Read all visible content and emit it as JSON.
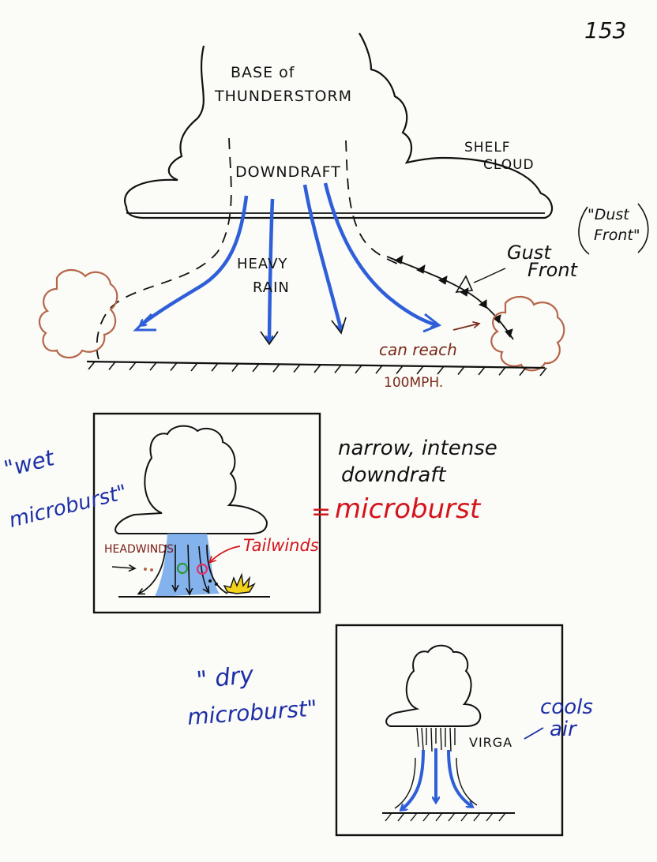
{
  "page": {
    "number": "153"
  },
  "main_diagram": {
    "base_label_line1": "BASE of",
    "base_label_line2": "THUNDERSTORM",
    "shelf_cloud_line1": "SHELF",
    "shelf_cloud_line2": "CLOUD",
    "downdraft": "DOWNDRAFT",
    "heavy_rain_line1": "HEAVY",
    "heavy_rain_line2": "RAIN",
    "gust_front_line1": "Gust",
    "gust_front_line2": "Front",
    "dust_front_line1": "\"Dust",
    "dust_front_line2": "Front\"",
    "can_reach": "can reach",
    "speed": "100MPH."
  },
  "wet_microburst": {
    "title_line1": "\"wet",
    "title_line2": "microburst\"",
    "headwinds": "HEADWINDS",
    "tailwinds": "Tailwinds"
  },
  "definition": {
    "line1": "narrow, intense",
    "line2": "downdraft",
    "equals": "=",
    "term": "microburst"
  },
  "dry_microburst": {
    "title_line1": "\" dry",
    "title_line2": "microburst\"",
    "virga": "VIRGA",
    "cools_line1": "cools",
    "cools_line2": "air"
  },
  "colors": {
    "ink": "#111111",
    "blue_arrow": "#2f5fd8",
    "blue_text": "#1d2fa8",
    "red_text": "#d4141c",
    "dust_cloud": "#b5664a",
    "rain_fill": "#6ea5ea",
    "green_circle": "#2c9a36",
    "pink_circle": "#e0306a",
    "starburst": "#f2d21a"
  }
}
